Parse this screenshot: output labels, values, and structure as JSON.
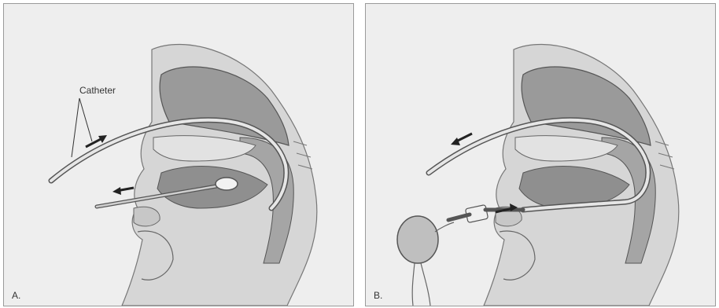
{
  "panels": [
    {
      "label": "A.",
      "callout": "Catheter"
    },
    {
      "label": "B."
    }
  ],
  "colors": {
    "background": "#efefef",
    "tissue_dark": "#8c8c8c",
    "tissue_mid": "#b4b4b4",
    "tissue_light": "#d9d9d9",
    "outline": "#555555"
  }
}
